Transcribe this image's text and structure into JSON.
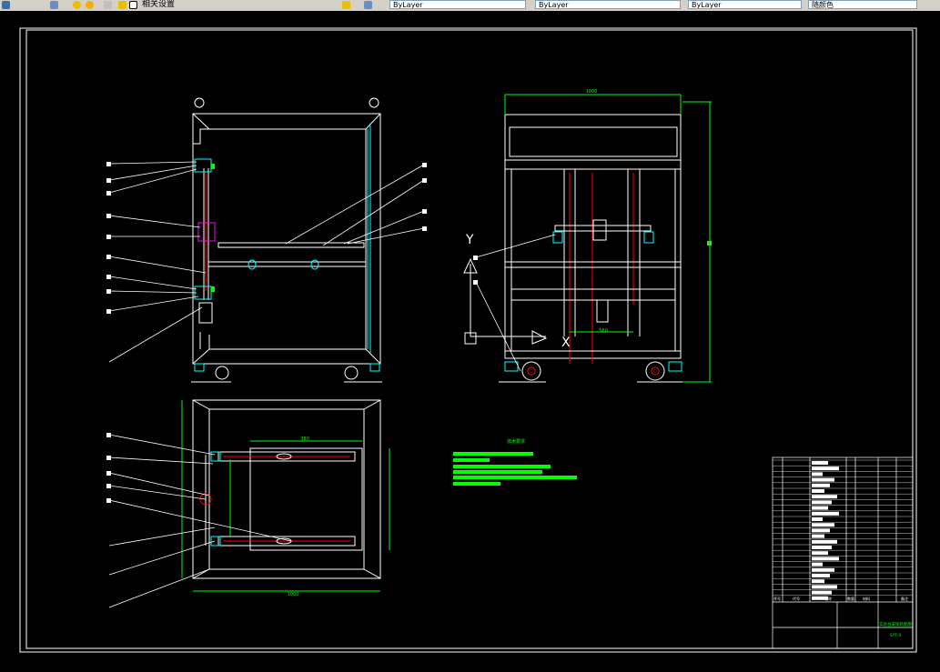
{
  "toolbar": {
    "layer_combo": "相关设置",
    "combo_1": "ByLayer",
    "combo_2": "ByLayer",
    "combo_3": "ByLayer",
    "combo_4": "随颜色"
  },
  "drawing": {
    "title": "CAD assembly drawing",
    "axis_y": "Y",
    "axis_x": "X",
    "notes_title": "技术要求",
    "dim_top_width": "1000",
    "dim_bottom_width": "1000",
    "dim_inner_width": "380",
    "dim_side_small": "560",
    "colors": {
      "background": "#000000",
      "frame": "#ffffff",
      "cyan": "#00ffff",
      "red": "#ff0000",
      "green": "#00ff00",
      "magenta": "#ff00ff"
    }
  },
  "title_block": {
    "header": [
      "序号",
      "代号",
      "名称",
      "数量",
      "材料",
      "备注"
    ],
    "part_name": "实验台支架装配图",
    "drawing_no": "SYT-0"
  }
}
